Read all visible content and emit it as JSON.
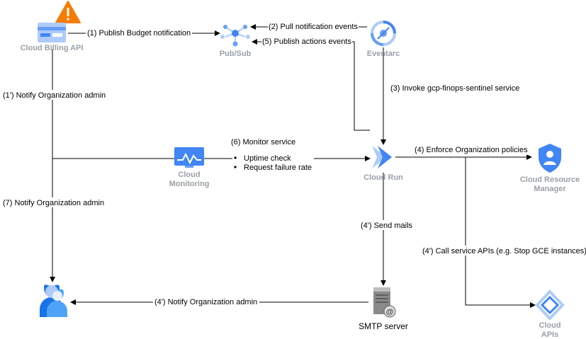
{
  "nodes": {
    "billing": {
      "label": "Cloud Billing API",
      "icon": "credit-card-icon"
    },
    "warning": {
      "icon": "warning-icon"
    },
    "pubsub": {
      "label": "Pub/Sub",
      "icon": "pubsub-icon"
    },
    "eventarc": {
      "label": "Eventarc",
      "icon": "eventarc-icon"
    },
    "monitoring": {
      "label_line1": "Cloud",
      "label_line2": "Monitoring",
      "icon": "monitor-icon"
    },
    "cloudrun": {
      "label": "Cloud Run",
      "icon": "cloud-run-icon"
    },
    "resource_manager": {
      "label_line1": "Cloud Resource",
      "label_line2": "Manager",
      "icon": "shield-user-icon"
    },
    "smtp": {
      "label": "SMTP server",
      "icon": "server-mail-icon"
    },
    "cloud_apis": {
      "label_line1": "Cloud",
      "label_line2": "APIs",
      "icon": "diamond-api-icon"
    },
    "admin": {
      "icon": "users-icon"
    }
  },
  "edges": {
    "e1": "(1) Publish Budget notification",
    "e2": "(2) Pull notification events",
    "e5": "(5) Publish actions events",
    "e3": "(3) Invoke gcp-finops-sentinel service",
    "e1p": "(1') Notify Organization admin",
    "e6": "(6) Monitor service",
    "e6_bullets": [
      "Uptime check",
      "Request failure rate"
    ],
    "e4": "(4) Enforce Organization policies",
    "e7": "(7) Notify Organization admin",
    "e4p_mail": "(4') Send mails",
    "e4p_apis": "(4') Call service APIs (e.g. Stop GCE instances)",
    "e4p_admin": "(4') Notify Organization admin"
  },
  "colors": {
    "google_blue": "#4285f4",
    "light_blue": "#aecbfa",
    "warning_orange": "#f57c00",
    "label_gray": "#9aa0a6",
    "edge_black": "#000000"
  }
}
